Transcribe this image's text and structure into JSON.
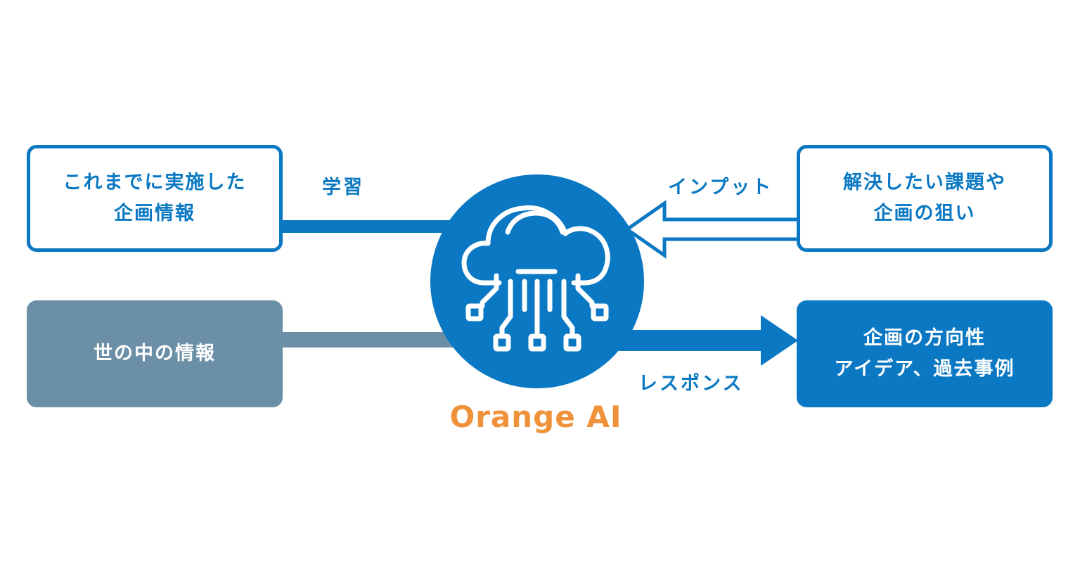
{
  "diagram": {
    "boxes": {
      "past_plans": [
        "これまでに実施した",
        "企画情報"
      ],
      "world_info": [
        "世の中の情報"
      ],
      "issues": [
        "解決したい課題や",
        "企画の狙い"
      ],
      "output": [
        "企画の方向性",
        "アイデア、過去事例"
      ]
    },
    "labels": {
      "learning": "学習",
      "input": "インプット",
      "response": "レスポンス"
    },
    "center": {
      "name": "Orange AI",
      "icon": "cloud-circuit-icon"
    }
  },
  "colors": {
    "primary_blue": "#0a78c2",
    "gray_blue": "#6a8fa6",
    "accent_orange": "#f0923a",
    "background": "#ffffff"
  }
}
